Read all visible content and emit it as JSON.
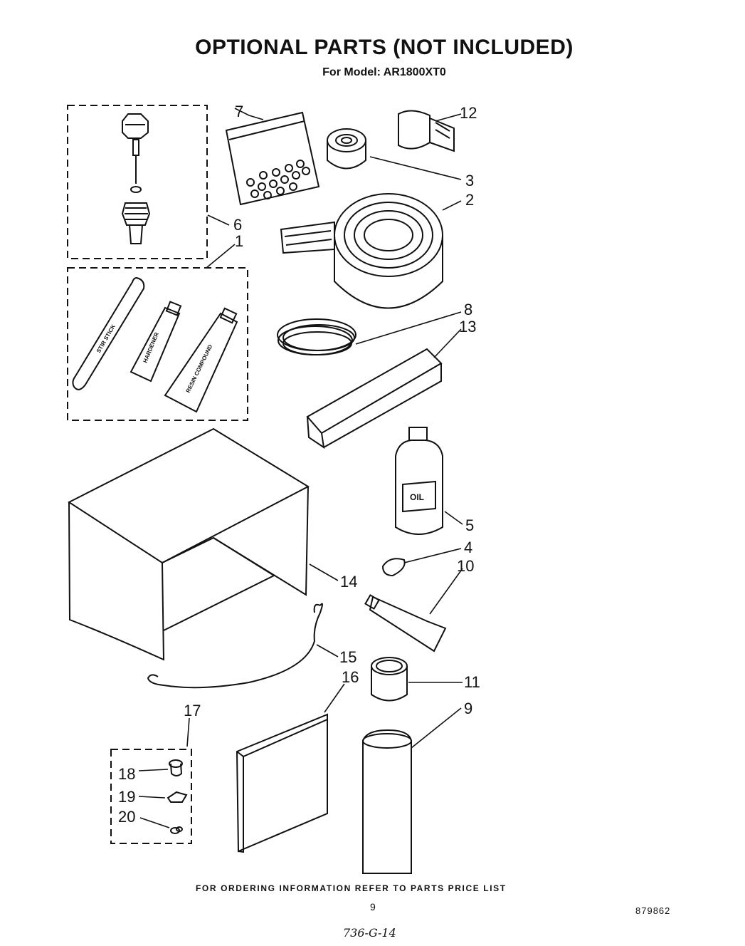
{
  "header": {
    "title": "OPTIONAL PARTS (NOT INCLUDED)",
    "subtitle": "For Model: AR1800XT0"
  },
  "callouts": {
    "c1": "1",
    "c2": "2",
    "c3": "3",
    "c4": "4",
    "c5": "5",
    "c6": "6",
    "c7": "7",
    "c8": "8",
    "c9": "9",
    "c10": "10",
    "c11": "11",
    "c12": "12",
    "c13": "13",
    "c14": "14",
    "c15": "15",
    "c16": "16",
    "c17": "17",
    "c18": "18",
    "c19": "19",
    "c20": "20"
  },
  "part_labels": {
    "stir_stick": "STIR STICK",
    "hardener": "HARDENER",
    "resin": "RESIN COMPOUND",
    "oil": "OIL"
  },
  "footer": {
    "ordering": "FOR ORDERING INFORMATION REFER TO PARTS PRICE LIST",
    "page": "9",
    "doc_number": "879862",
    "handwritten": "736-G-14"
  }
}
